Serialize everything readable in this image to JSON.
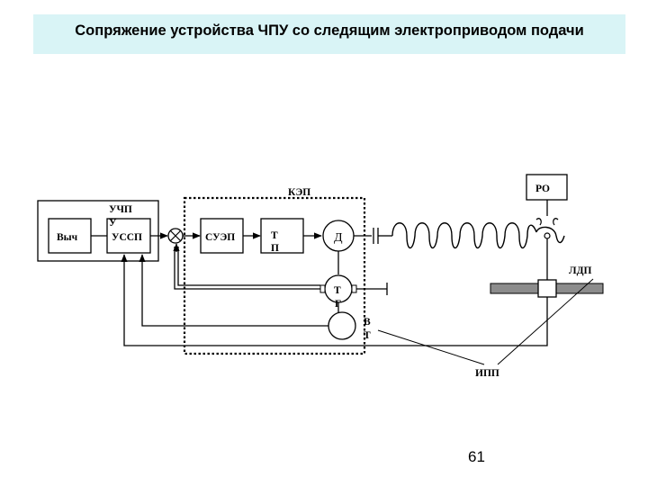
{
  "title": "Сопряжение устройства ЧПУ со следящим электроприводом подачи",
  "page_number": "61",
  "labels": {
    "uchpu": "УЧП",
    "uchpu_2": "У",
    "vych": "Выч",
    "ussp": "УССП",
    "kep": "КЭП",
    "suep": "СУЭП",
    "tp": "Т",
    "tp_2": "П",
    "d": "Д",
    "tg": "Т",
    "tg_2": "Г",
    "vt": "В",
    "vt_2": "Т",
    "ro": "РО",
    "ldp": "ЛДП",
    "ipp": "ИПП"
  }
}
